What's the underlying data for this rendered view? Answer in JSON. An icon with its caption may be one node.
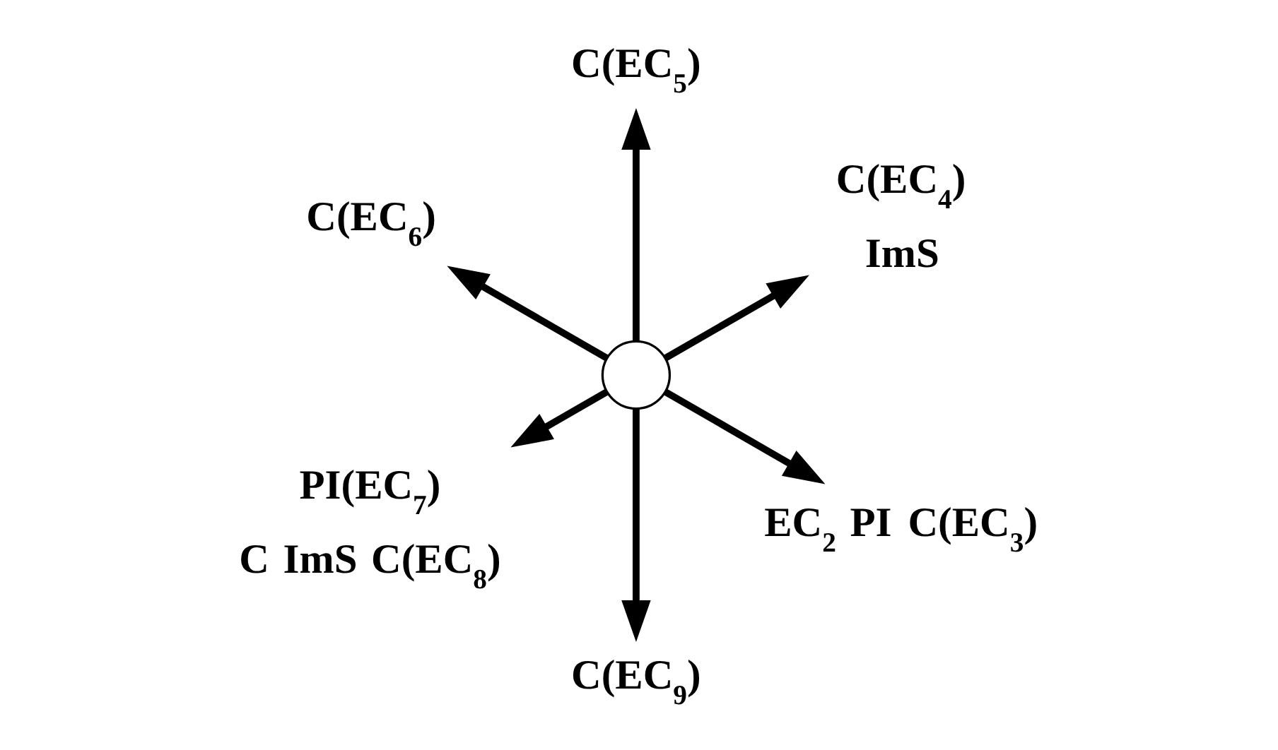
{
  "diagram": {
    "nodes": [
      {
        "text": [],
        "shape": "circle"
      },
      {
        "text": [
          "C(EC$_{4}$)",
          "ImS"
        ]
      },
      {
        "text": [
          "C(EC$_{5}$)"
        ]
      },
      {
        "text": [
          "C(EC$_{6}$)"
        ]
      },
      {
        "text": [
          "PI(EC$_{7}$)",
          "C ImS C(EC$_{8}$)"
        ]
      },
      {
        "text": [
          "C(EC$_{9}$)"
        ]
      },
      {
        "text": [
          "EC$_{2}$ PI C(EC$_{3}$)"
        ]
      }
    ],
    "edges": [
      {
        "from": 0,
        "to": 1,
        "arrow": "to"
      },
      {
        "from": 0,
        "to": 2,
        "arrow": "to"
      },
      {
        "from": 0,
        "to": 3,
        "arrow": "to"
      },
      {
        "from": 0,
        "to": 4,
        "arrow": "to"
      },
      {
        "from": 0,
        "to": 5,
        "arrow": "to"
      },
      {
        "from": 0,
        "to": 6,
        "arrow": "to"
      }
    ]
  }
}
